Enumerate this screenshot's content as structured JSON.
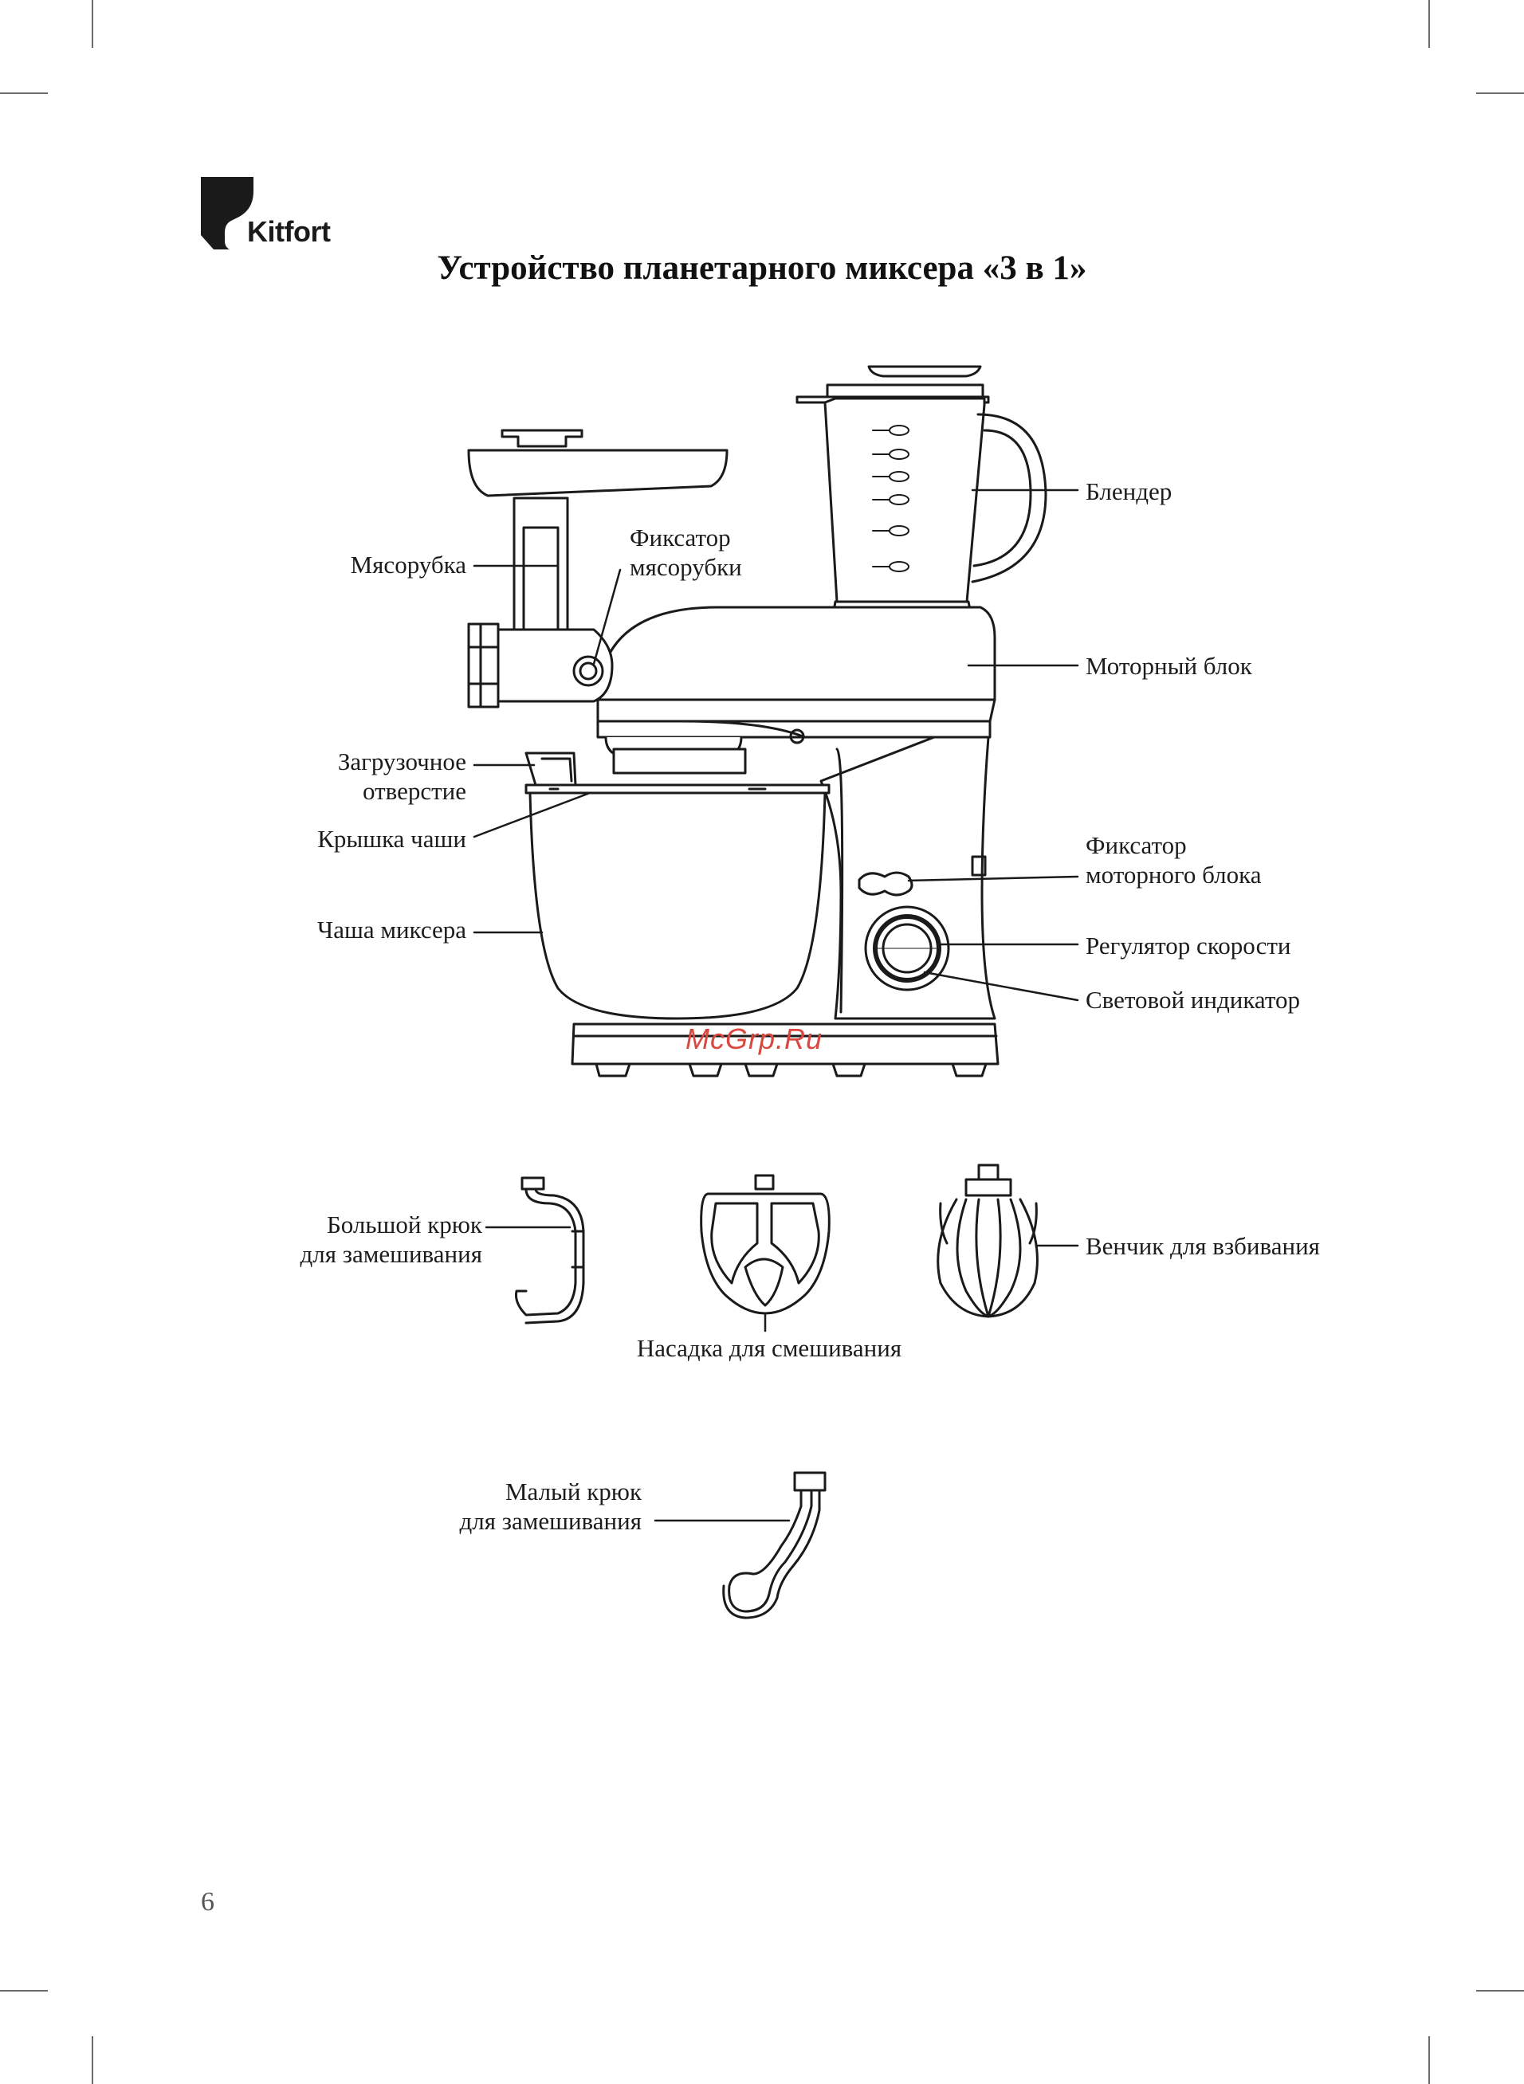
{
  "brand": {
    "name": "Kitfort",
    "logo": "kitfort-k-logo"
  },
  "title": "Устройство планетарного миксера «3 в 1»",
  "page_number": "6",
  "watermark": "McGrp.Ru",
  "labels": {
    "meat_grinder": "Мясорубка",
    "grinder_lock": [
      "Фиксатор",
      "мясорубки"
    ],
    "blender": "Блендер",
    "motor_unit": "Моторный блок",
    "feed_opening": [
      "Загрузочное",
      "отверстие"
    ],
    "bowl_lid": "Крышка чаши",
    "motor_lock": [
      "Фиксатор",
      "моторного блока"
    ],
    "mixer_bowl": "Чаша миксера",
    "speed_control": "Регулятор скорости",
    "light_indicator": "Световой индикатор",
    "large_hook": [
      "Большой крюк",
      "для замешивания"
    ],
    "whisk": "Венчик для взбивания",
    "mixing_beater": "Насадка для смешивания",
    "small_hook": [
      "Малый крюк",
      "для замешивания"
    ]
  },
  "colors": {
    "ink": "#1a1a1a",
    "watermark": "#d9473f",
    "crop_marks": "#6b6b6b"
  }
}
